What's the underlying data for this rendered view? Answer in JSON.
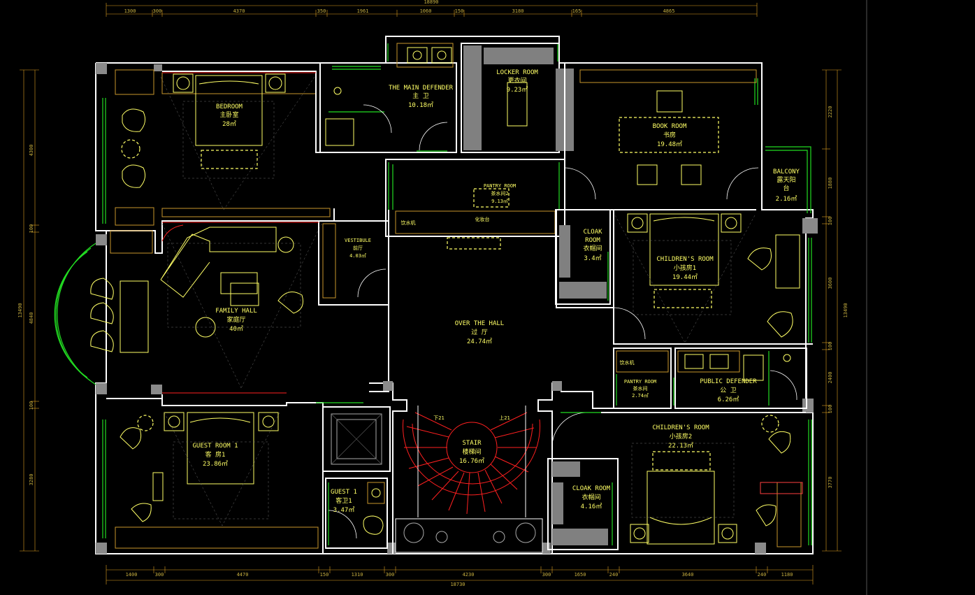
{
  "rooms": {
    "main_defender": {
      "en": "THE MAIN DEFENDER",
      "cn": "主 卫",
      "area": "10.18㎡"
    },
    "locker": {
      "en": "LOCKER ROOM",
      "cn": "更衣间",
      "area": "9.23㎡"
    },
    "bedroom": {
      "en": "BEDROOM",
      "cn": "主卧室",
      "area": "28㎡"
    },
    "book": {
      "en": "BOOK ROOM",
      "cn": "书房",
      "area": "19.48㎡"
    },
    "balcony": {
      "en": "BALCONY",
      "cn1": "露天阳",
      "cn2": "台",
      "area": "2.16㎡"
    },
    "pantry1": {
      "en": "PANTRY ROOM",
      "cn": "茶水间2",
      "area": "9.13㎡",
      "lbl_a": "饮水机",
      "lbl_b": "化妆台"
    },
    "vestibule": {
      "en": "VESTIBULE",
      "cn": "前厅",
      "area": "4.03㎡"
    },
    "family": {
      "en": "FAMILY HALL",
      "cn": "家庭厅",
      "area": "40㎡"
    },
    "cloak1": {
      "en1": "CLOAK",
      "en2": "ROOM",
      "cn": "衣帽间",
      "area": "3.4㎡"
    },
    "children1": {
      "en": "CHILDREN'S ROOM",
      "cn": "小孩房1",
      "area": "19.44㎡"
    },
    "hall": {
      "en": "OVER THE HALL",
      "cn": "过 厅",
      "area": "24.74㎡"
    },
    "pantry2": {
      "en": "PANTRY ROOM",
      "cn": "茶水间",
      "area": "2.74㎡",
      "lbl": "饮水机"
    },
    "public": {
      "en": "PUBLIC DEFENDER",
      "cn": "公 卫",
      "area": "6.26㎡"
    },
    "guest_room": {
      "en": "GUEST ROOM 1",
      "cn": "客 房1",
      "area": "23.86㎡"
    },
    "stair": {
      "en": "STAIR",
      "cn": "楼梯间",
      "area": "16.76㎡",
      "down": "下21",
      "up": "上21"
    },
    "children2": {
      "en": "CHILDREN'S ROOM",
      "cn": "小孩房2",
      "area": "22.13㎡"
    },
    "cloak2": {
      "en": "CLOAK ROOM",
      "cn": "衣帽间",
      "area": "4.16㎡"
    },
    "guest_bath": {
      "en": "GUEST 1",
      "cn": "客卫1",
      "area": "3.47㎡"
    }
  },
  "dimensions": {
    "top_total": "18890",
    "top": [
      "1300",
      "300",
      "4370",
      "350",
      "1961",
      "1060",
      "150",
      "3180",
      "165",
      "4865"
    ],
    "bottom_total": "18730",
    "bottom": [
      "1400",
      "300",
      "4470",
      "150",
      "1310",
      "300",
      "4230",
      "300",
      "1650",
      "240",
      "3640",
      "240",
      "1180"
    ],
    "left_total": "13490",
    "left": [
      "4300",
      "100",
      "4840",
      "100",
      "3280"
    ],
    "right_total": "13490",
    "right": [
      "2220",
      "1880",
      "100",
      "3600",
      "100",
      "2400",
      "100",
      "3770"
    ]
  },
  "colors": {
    "background": "#000000",
    "wall": "#ffffff",
    "furniture": "#ffff66",
    "glass": "#22dd22",
    "stair": "#ff2020",
    "dimension": "#e0a020"
  }
}
